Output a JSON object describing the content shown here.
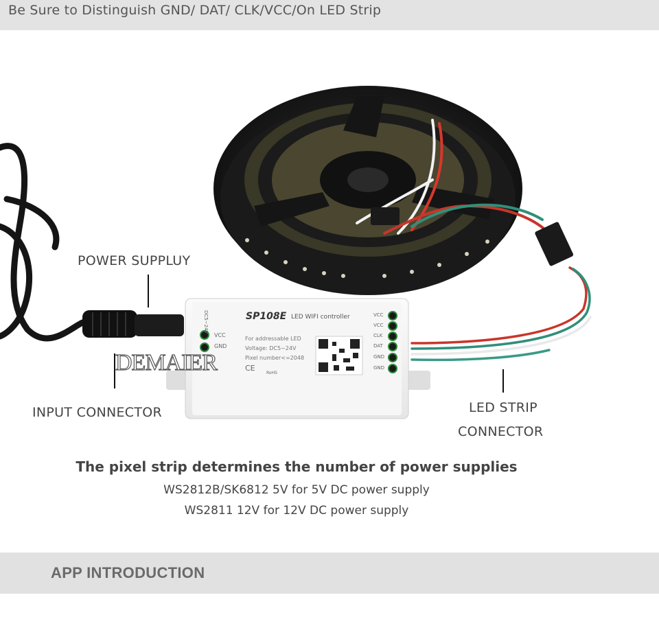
{
  "header": {
    "title": "Be Sure to Distinguish GND/ DAT/ CLK/VCC/On LED Strip"
  },
  "callouts": {
    "power_supply": "POWER SUPPLUY",
    "input_connector": "INPUT CONNECTOR",
    "led_strip_connector_line1": "LED STRIP",
    "led_strip_connector_line2": "CONNECTOR"
  },
  "controller": {
    "model": "SP108E",
    "subtitle": "LED WIFI controller",
    "spec_line1": "For addressable LED",
    "spec_line2": "Voltage: DC5~24V",
    "spec_line3": "Pixel number<=2048",
    "input_pins": [
      "VCC",
      "GND"
    ],
    "output_pins": [
      "VCC",
      "VCC",
      "CLK",
      "DAT",
      "GND",
      "GND"
    ],
    "dc_label": "DC5~24V",
    "marks": [
      "CE",
      "RoHS"
    ]
  },
  "watermark": "DEMAIER",
  "caption": {
    "main": "The pixel strip determines the number of power supplies",
    "line1": "WS2812B/SK6812 5V for 5V DC power supply",
    "line2": "WS2811 12V for 12V DC power supply"
  },
  "section": {
    "title": "APP INTRODUCTION"
  }
}
